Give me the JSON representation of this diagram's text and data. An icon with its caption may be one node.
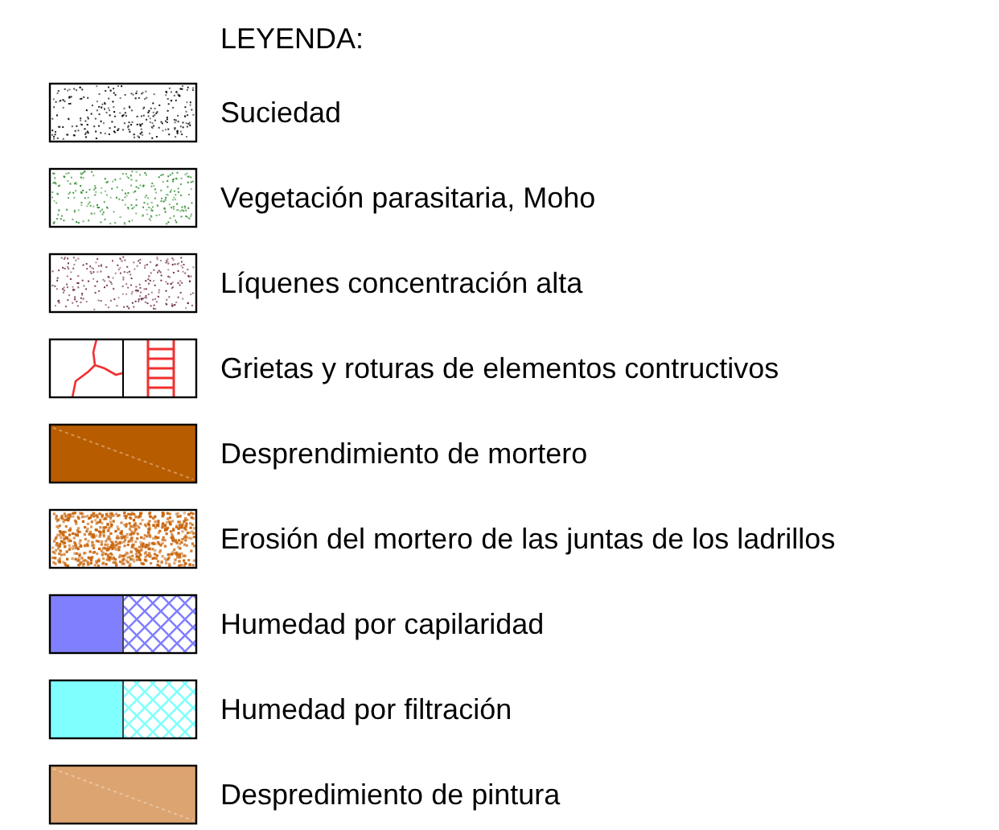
{
  "diagram": {
    "title": "LEYENDA:",
    "legend": [
      {
        "text": "Suciedad"
      },
      {
        "text": "Vegetación parasitaria, Moho"
      },
      {
        "text": "Líquenes concentración alta"
      },
      {
        "text": "Grietas y roturas de elementos contructivos"
      },
      {
        "text": "Desprendimiento de mortero",
        "color": "#b85c00"
      },
      {
        "text": "Erosión del mortero de las juntas de los ladrillos"
      },
      {
        "text": "Humedad por capilaridad"
      },
      {
        "text": "Humedad por filtración"
      },
      {
        "text": "Despredimiento de pintura",
        "color": "#dca470"
      }
    ]
  }
}
